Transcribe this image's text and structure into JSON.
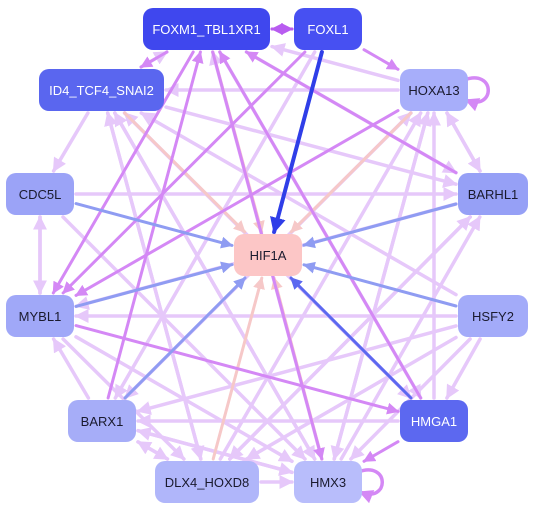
{
  "nodes": [
    {
      "id": "FOXM1_TBL1XR1",
      "label": "FOXM1_TBL1XR1",
      "color": "#3f47ee"
    },
    {
      "id": "FOXL1",
      "label": "FOXL1",
      "color": "#4750f2"
    },
    {
      "id": "ID4_TCF4_SNAI2",
      "label": "ID4_TCF4_SNAI2",
      "color": "#5a66ef"
    },
    {
      "id": "HOXA13",
      "label": "HOXA13",
      "color": "#a7aefa"
    },
    {
      "id": "CDC5L",
      "label": "CDC5L",
      "color": "#9ba3f7"
    },
    {
      "id": "BARHL1",
      "label": "BARHL1",
      "color": "#96a0f6"
    },
    {
      "id": "HIF1A",
      "label": "HIF1A",
      "color": "#fcc6c6"
    },
    {
      "id": "MYBL1",
      "label": "MYBL1",
      "color": "#a0a8f8"
    },
    {
      "id": "HSFY2",
      "label": "HSFY2",
      "color": "#a3abf9"
    },
    {
      "id": "BARX1",
      "label": "BARX1",
      "color": "#a6adf8"
    },
    {
      "id": "HMGA1",
      "label": "HMGA1",
      "color": "#5c68f0"
    },
    {
      "id": "DLX4_HOXD8",
      "label": "DLX4_HOXD8",
      "color": "#b0b6fa"
    },
    {
      "id": "HMX3",
      "label": "HMX3",
      "color": "#b8bdfb"
    }
  ],
  "edges": [
    {
      "from": "FOXL1",
      "to": "HIF1A",
      "color": "#2f3ee8"
    },
    {
      "from": "FOXM1_TBL1XR1",
      "to": "HIF1A",
      "color": "#f6c8c8"
    },
    {
      "from": "FOXM1_TBL1XR1",
      "to": "HMX3",
      "color": "#d488f5"
    },
    {
      "from": "FOXM1_TBL1XR1",
      "to": "MYBL1",
      "color": "#d488f5"
    },
    {
      "from": "FOXM1_TBL1XR1",
      "to": "BARHL1",
      "color": "#e6c8fa"
    },
    {
      "from": "FOXM1_TBL1XR1",
      "to": "HMGA1",
      "color": "#e6c8fa"
    },
    {
      "from": "FOXM1_TBL1XR1",
      "to": "FOXL1",
      "color": "#b85cf0"
    },
    {
      "from": "FOXL1",
      "to": "FOXM1_TBL1XR1",
      "color": "#b85cf0"
    },
    {
      "from": "FOXL1",
      "to": "MYBL1",
      "color": "#d488f5"
    },
    {
      "from": "FOXL1",
      "to": "BARX1",
      "color": "#e6c8fa"
    },
    {
      "from": "HOXA13",
      "to": "FOXM1_TBL1XR1",
      "color": "#e6c8fa"
    },
    {
      "from": "HOXA13",
      "to": "ID4_TCF4_SNAI2",
      "color": "#e6c8fa"
    },
    {
      "from": "HOXA13",
      "to": "MYBL1",
      "color": "#d488f5"
    },
    {
      "from": "HOXA13",
      "to": "BARX1",
      "color": "#e6c8fa"
    },
    {
      "from": "HOXA13",
      "to": "HIF1A",
      "color": "#f6c8c8"
    },
    {
      "from": "HOXA13",
      "to": "HMX3",
      "color": "#e6c8fa"
    },
    {
      "from": "ID4_TCF4_SNAI2",
      "to": "HIF1A",
      "color": "#f6c8c8"
    },
    {
      "from": "ID4_TCF4_SNAI2",
      "to": "BARHL1",
      "color": "#e6c8fa"
    },
    {
      "from": "ID4_TCF4_SNAI2",
      "to": "HMGA1",
      "color": "#e6c8fa"
    },
    {
      "from": "ID4_TCF4_SNAI2",
      "to": "HMX3",
      "color": "#e6c8fa"
    },
    {
      "from": "ID4_TCF4_SNAI2",
      "to": "CDC5L",
      "color": "#e6c8fa"
    },
    {
      "from": "ID4_TCF4_SNAI2",
      "to": "DLX4_HOXD8",
      "color": "#e6c8fa"
    },
    {
      "from": "CDC5L",
      "to": "HIF1A",
      "color": "#8f9cf2"
    },
    {
      "from": "CDC5L",
      "to": "BARHL1",
      "color": "#e6c8fa"
    },
    {
      "from": "CDC5L",
      "to": "MYBL1",
      "color": "#e6c8fa"
    },
    {
      "from": "CDC5L",
      "to": "HMX3",
      "color": "#e6c8fa"
    },
    {
      "from": "BARHL1",
      "to": "HIF1A",
      "color": "#8f9cf2"
    },
    {
      "from": "BARHL1",
      "to": "MYBL1",
      "color": "#e6c8fa"
    },
    {
      "from": "BARHL1",
      "to": "DLX4_HOXD8",
      "color": "#e6c8fa"
    },
    {
      "from": "BARHL1",
      "to": "FOXM1_TBL1XR1",
      "color": "#d488f5"
    },
    {
      "from": "BARHL1",
      "to": "HOXA13",
      "color": "#e6c8fa"
    },
    {
      "from": "MYBL1",
      "to": "HIF1A",
      "color": "#8f9cf2"
    },
    {
      "from": "MYBL1",
      "to": "HMGA1",
      "color": "#d488f5"
    },
    {
      "from": "MYBL1",
      "to": "HMX3",
      "color": "#e6c8fa"
    },
    {
      "from": "MYBL1",
      "to": "DLX4_HOXD8",
      "color": "#e6c8fa"
    },
    {
      "from": "HSFY2",
      "to": "HIF1A",
      "color": "#8f9cf2"
    },
    {
      "from": "HSFY2",
      "to": "ID4_TCF4_SNAI2",
      "color": "#e6c8fa"
    },
    {
      "from": "HSFY2",
      "to": "MYBL1",
      "color": "#e6c8fa"
    },
    {
      "from": "HSFY2",
      "to": "BARX1",
      "color": "#e6c8fa"
    },
    {
      "from": "HSFY2",
      "to": "DLX4_HOXD8",
      "color": "#e6c8fa"
    },
    {
      "from": "BARX1",
      "to": "HIF1A",
      "color": "#8f9cf2"
    },
    {
      "from": "BARX1",
      "to": "HOXA13",
      "color": "#e6c8fa"
    },
    {
      "from": "BARX1",
      "to": "FOXM1_TBL1XR1",
      "color": "#d488f5"
    },
    {
      "from": "BARX1",
      "to": "HMX3",
      "color": "#e6c8fa"
    },
    {
      "from": "HMGA1",
      "to": "HIF1A",
      "color": "#5c68f0"
    },
    {
      "from": "HMGA1",
      "to": "ID4_TCF4_SNAI2",
      "color": "#e6c8fa"
    },
    {
      "from": "HMGA1",
      "to": "FOXM1_TBL1XR1",
      "color": "#d488f5"
    },
    {
      "from": "HMGA1",
      "to": "BARX1",
      "color": "#e6c8fa"
    },
    {
      "from": "HMGA1",
      "to": "HOXA13",
      "color": "#e6c8fa"
    },
    {
      "from": "HMGA1",
      "to": "HMX3",
      "color": "#d488f5"
    },
    {
      "from": "DLX4_HOXD8",
      "to": "HIF1A",
      "color": "#f6c8c8"
    },
    {
      "from": "DLX4_HOXD8",
      "to": "HOXA13",
      "color": "#e6c8fa"
    },
    {
      "from": "DLX4_HOXD8",
      "to": "BARHL1",
      "color": "#e6c8fa"
    },
    {
      "from": "DLX4_HOXD8",
      "to": "ID4_TCF4_SNAI2",
      "color": "#e6c8fa"
    },
    {
      "from": "DLX4_HOXD8",
      "to": "HMX3",
      "color": "#e6c8fa"
    },
    {
      "from": "HMX3",
      "to": "HIF1A",
      "color": "#f6c8c8"
    },
    {
      "from": "HMX3",
      "to": "HOXA13",
      "color": "#e6c8fa"
    },
    {
      "from": "HMX3",
      "to": "BARHL1",
      "color": "#e6c8fa"
    },
    {
      "from": "HMX3",
      "to": "FOXM1_TBL1XR1",
      "color": "#e6c8fa"
    },
    {
      "from": "HMX3",
      "to": "ID4_TCF4_SNAI2",
      "color": "#e6c8fa"
    },
    {
      "from": "HMX3",
      "to": "BARX1",
      "color": "#e6c8fa"
    },
    {
      "from": "BARX1",
      "to": "MYBL1",
      "color": "#e6c8fa"
    },
    {
      "from": "BARX1",
      "to": "DLX4_HOXD8",
      "color": "#e6c8fa"
    },
    {
      "from": "HSFY2",
      "to": "HMX3",
      "color": "#e6c8fa"
    },
    {
      "from": "HSFY2",
      "to": "HMGA1",
      "color": "#e6c8fa"
    },
    {
      "from": "HOXA13",
      "to": "BARHL1",
      "color": "#e6c8fa"
    },
    {
      "from": "FOXM1_TBL1XR1",
      "to": "ID4_TCF4_SNAI2",
      "color": "#d488f5"
    },
    {
      "from": "ID4_TCF4_SNAI2",
      "to": "FOXM1_TBL1XR1",
      "color": "#e6c8fa"
    },
    {
      "from": "MYBL1",
      "to": "CDC5L",
      "color": "#e6c8fa"
    },
    {
      "from": "DLX4_HOXD8",
      "to": "BARX1",
      "color": "#e6c8fa"
    },
    {
      "from": "FOXL1",
      "to": "HOXA13",
      "color": "#d488f5"
    },
    {
      "from": "HOXA13",
      "to": "HOXA13",
      "color": "#d488f5",
      "loop": true
    },
    {
      "from": "HMX3",
      "to": "HMX3",
      "color": "#d488f5",
      "loop": true
    }
  ]
}
